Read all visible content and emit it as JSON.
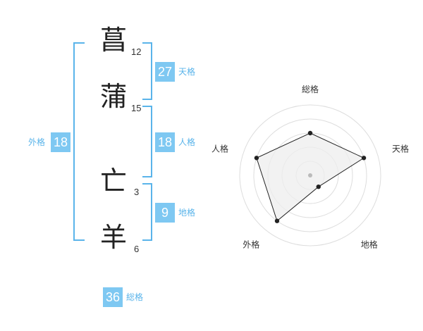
{
  "name": {
    "characters": [
      {
        "char": "菖",
        "strokes": "12"
      },
      {
        "char": "蒲",
        "strokes": "15"
      },
      {
        "char": "亡",
        "strokes": "3"
      },
      {
        "char": "羊",
        "strokes": "6"
      }
    ]
  },
  "fortune": {
    "tenkaku": {
      "value": "27",
      "label": "天格"
    },
    "jinkaku": {
      "value": "18",
      "label": "人格"
    },
    "chikaku": {
      "value": "9",
      "label": "地格"
    },
    "gaikaku": {
      "value": "18",
      "label": "外格"
    },
    "soukaku": {
      "value": "36",
      "label": "総格"
    }
  },
  "colors": {
    "accent": "#7ec8f2",
    "bracket": "#5ab4ea",
    "polygon_fill": "#eeeeee"
  },
  "chart_data": {
    "type": "radar",
    "axes": [
      "総格",
      "天格",
      "地格",
      "外格",
      "人格"
    ],
    "max": 5,
    "values": [
      3,
      4,
      1,
      4,
      4
    ],
    "grid_rings": 5
  }
}
